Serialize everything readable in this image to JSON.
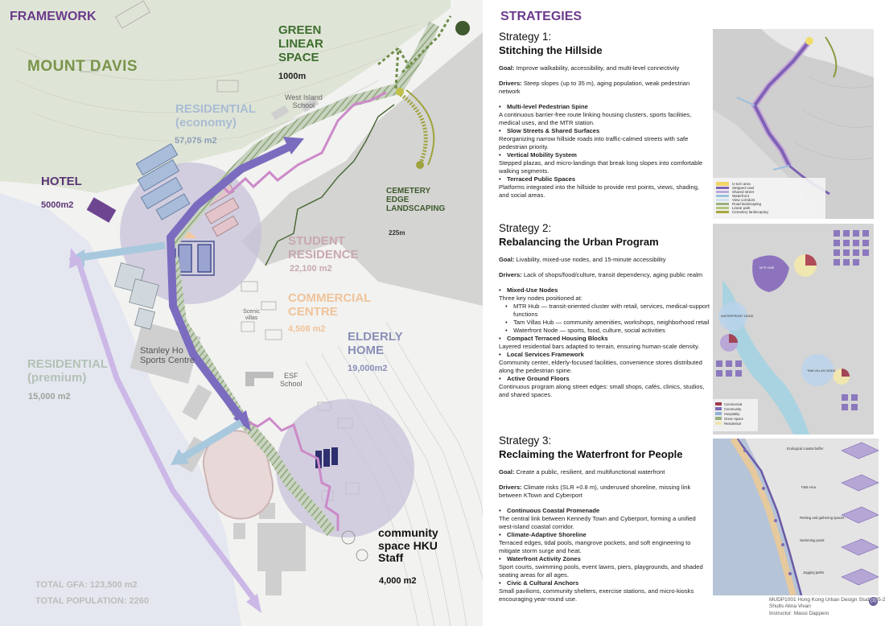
{
  "map": {
    "framework_title": "FRAMEWORK",
    "mount_davis": "MOUNT DAVIS",
    "green_linear": {
      "title_lines": [
        "GREEN",
        "LINEAR",
        "SPACE"
      ],
      "length": "1000m"
    },
    "west_island_school": [
      "West Island",
      "School"
    ],
    "residential_economy": {
      "lines": [
        "RESIDENTIAL",
        "(economy)"
      ],
      "area": "57,075 m2"
    },
    "hotel": {
      "title": "HOTEL",
      "area": "5000m2"
    },
    "cemetery": {
      "lines": [
        "CEMETERY",
        "EDGE",
        "LANDSCAPING"
      ],
      "length": "225m"
    },
    "student_residence": {
      "lines": [
        "STUDENT",
        "RESIDENCE"
      ],
      "area": "22,100 m2"
    },
    "commercial_centre": {
      "lines": [
        "COMMERCIAL",
        "CENTRE"
      ],
      "area": "4,508 m2"
    },
    "elderly_home": {
      "lines": [
        "ELDERLY",
        "HOME"
      ],
      "area": "19,000m2"
    },
    "stanley_ho": [
      "Stanley Ho",
      "Sports Centre"
    ],
    "scenic_villas": [
      "Scenic",
      "villas"
    ],
    "esf_school": [
      "ESF",
      "School"
    ],
    "residential_premium": {
      "lines": [
        "RESIDENTIAL",
        "(premium)"
      ],
      "area": "15,000 m2"
    },
    "community": {
      "lines": [
        "community",
        "space HKU",
        "Staff"
      ],
      "area": "4,000 m2"
    },
    "total_gfa": "TOTAL GFA: 123,500 m2",
    "total_population": "TOTAL POPULATION: 2260"
  },
  "strategies": {
    "heading": "STRATEGIES",
    "items": [
      {
        "num": "Strategy 1:",
        "title": "Stitching the Hillside",
        "goal_label": "Goal:",
        "goal": " Improve walkability, accessibility, and multi-level connectivity",
        "drivers_label": "Drivers:",
        "drivers": " Steep slopes (up to 35 m), aging population, weak pedestrian network",
        "points": [
          {
            "head": "Multi-level Pedestrian Spine",
            "text": "A continuous barrier-free route linking housing clusters, sports facilities, medical uses, and the MTR station."
          },
          {
            "head": "Slow Streets & Shared Surfaces",
            "text": "Reorganizing narrow hillside roads into traffic-calmed streets with safe pedestrian priority."
          },
          {
            "head": "Vertical Mobility System",
            "text": "Stepped plazas, and micro-landings that break long slopes into comfortable walking segments."
          },
          {
            "head": "Terraced Public Spaces",
            "text": "Platforms integrated into the hillside to provide rest points, views, shading, and social areas."
          }
        ]
      },
      {
        "num": "Strategy 2:",
        "title": "Rebalancing the Urban Program",
        "goal_label": "Goal:",
        "goal": " Livability, mixed-use nodes, and 15-minute accessibility",
        "drivers_label": "Drivers:",
        "drivers": " Lack of shops/food/culture, transit dependency, aging public realm",
        "mixed_head": "Mixed-Use Nodes",
        "mixed_intro": "Three key nodes positioned at:",
        "mixed_subs": [
          "MTR Hub — transit-oriented cluster with retail, services, medical-support functions",
          "Tam Villas Hub — community amenities, workshops, neighborhood retail",
          "Waterfront Node — sports, food, culture, social activities"
        ],
        "points": [
          {
            "head": "Compact Terraced Housing Blocks",
            "text": "Layered residential bars adapted to terrain, ensuring human-scale density."
          },
          {
            "head": "Local Services Framework",
            "text": "Community center, elderly-focused facilities, convenience stores distributed along the pedestrian spine."
          },
          {
            "head": "Active Ground Floors",
            "text": "Continuous program along street edges: small shops, cafés, clinics, studios, and shared spaces."
          }
        ]
      },
      {
        "num": "Strategy 3:",
        "title": "Reclaiming the Waterfront for People",
        "goal_label": "Goal:",
        "goal": " Create a public, resilient, and multifunctional waterfront",
        "drivers_label": "Drivers:",
        "drivers": " Climate risks (SLR +0.8 m), underused shoreline, missing link between KTown and Cyberport",
        "points": [
          {
            "head": "Continuous Coastal Promenade",
            "text": "The central link between Kennedy Town and Cyberport, forming a unified west-island coastal corridor."
          },
          {
            "head": "Climate-Adaptive Shoreline",
            "text": "Terraced edges, tidal pools, mangrove pockets, and soft engineering to mitigate storm surge and heat."
          },
          {
            "head": "Waterfront Activity Zones",
            "text": "Sport courts, swimming pools, event lawns, piers, playgrounds, and shaded seating areas for all ages."
          },
          {
            "head": "Civic & Cultural Anchors",
            "text": "Small pavilions, community shelters, exercise stations, and micro-kiosks encouraging year-round use."
          }
        ]
      }
    ]
  },
  "thumb1_legend": [
    "U-turn area",
    "Stepped road",
    "Shared street",
    "Waterfront",
    "View corridors",
    "Road landscaping",
    "Linear park",
    "Cemetery landscaping"
  ],
  "thumb2": {
    "nodes": [
      "MTR HUB",
      "WATERFRONT NODE",
      "TAM VILLAS NODE"
    ],
    "legend": [
      "Commercial",
      "Community",
      "Hospitality",
      "Green space",
      "Residential"
    ]
  },
  "thumb3_labels": [
    "Ecological coastal buffer",
    "F&B Area",
    "Resting and gathering spaces",
    "Swimming pools",
    "Jogging paths"
  ],
  "footer": {
    "lines": [
      "MUDP1001 Hong Kong Urban Design Studio 25-26",
      "Shults Alina Vivan",
      "Instructor: Massi Dappero"
    ],
    "page": "(3)"
  },
  "colors": {
    "accent_purple": "#6b3a8c",
    "green_label": "#3e6e2f",
    "mount_davis": "#79944a"
  }
}
